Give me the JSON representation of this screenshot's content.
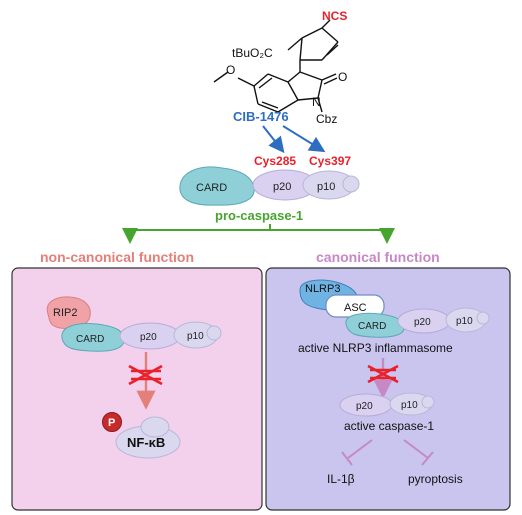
{
  "molecule": {
    "ncs": "NCS",
    "ester": "tBuO₂C",
    "methoxy_o": "O",
    "carbonyl_o": "O",
    "nitrogen": "N",
    "cbz": "Cbz"
  },
  "compound_label": "CIB-1476",
  "residues": {
    "cys285": "Cys285",
    "cys397": "Cys397"
  },
  "procaspase": {
    "card": "CARD",
    "p20": "p20",
    "p10": "p10",
    "title": "pro-caspase-1"
  },
  "noncanonical": {
    "title": "non-canonical function",
    "rip2": "RIP2",
    "card": "CARD",
    "p20": "p20",
    "p10": "p10",
    "phospho": "P",
    "nfkb": "NF-κB"
  },
  "canonical": {
    "title": "canonical function",
    "nlrp3": "NLRP3",
    "asc": "ASC",
    "card": "CARD",
    "p20": "p20",
    "p10": "p10",
    "inflammasome_label": "active  NLRP3 inflammasome",
    "active_p20": "p20",
    "active_p10": "p10",
    "active_caspase": "active caspase-1",
    "il1b": "IL-1β",
    "pyroptosis": "pyroptosis"
  },
  "colors": {
    "red": "#e8212a",
    "blue": "#2d6ec0",
    "green": "#46a52e",
    "salmon": "#e57f79",
    "lilac": "#c689c6",
    "left_panel_bg": "#f3d0ec",
    "right_panel_bg": "#c9c5ef"
  }
}
